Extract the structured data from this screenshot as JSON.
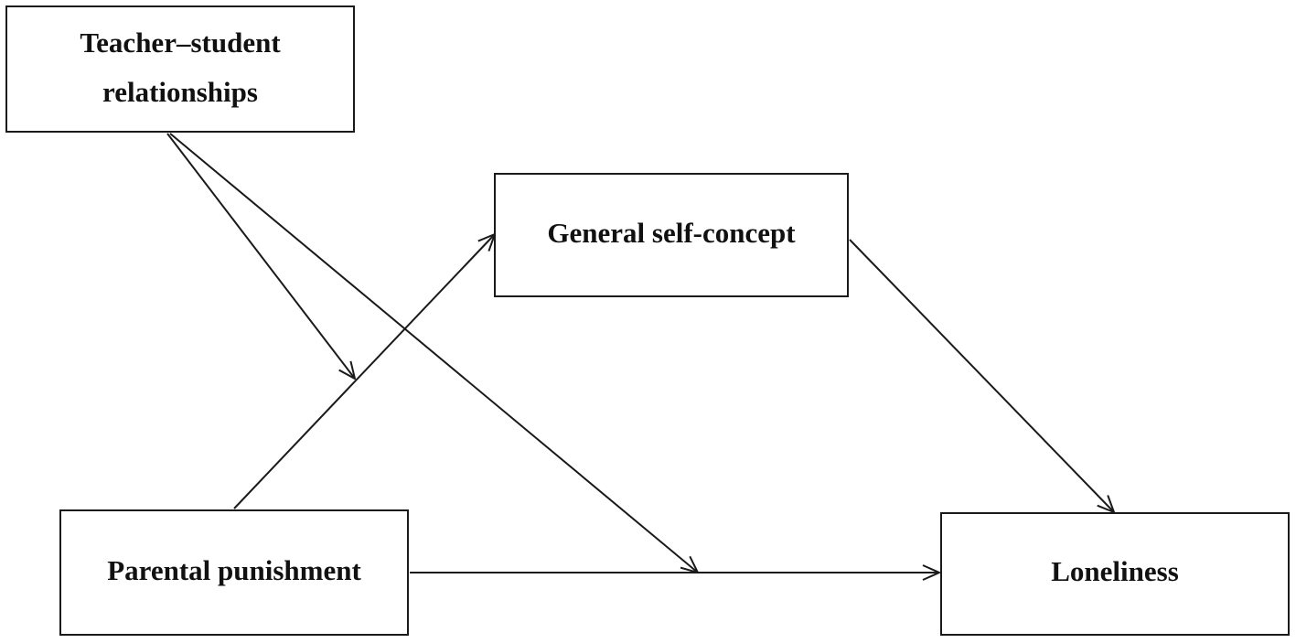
{
  "nodes": {
    "teacher_student": {
      "lines": [
        "Teacher–student",
        "relationships"
      ]
    },
    "self_concept": {
      "lines": [
        "General self-concept"
      ]
    },
    "parental_punishment": {
      "lines": [
        "Parental punishment"
      ]
    },
    "loneliness": {
      "lines": [
        "Loneliness"
      ]
    }
  },
  "edges": [
    {
      "from": "parental_punishment",
      "to": "self_concept"
    },
    {
      "from": "self_concept",
      "to": "loneliness"
    },
    {
      "from": "parental_punishment",
      "to": "loneliness"
    },
    {
      "from": "teacher_student",
      "to": "path:parental_punishment->self_concept"
    },
    {
      "from": "teacher_student",
      "to": "path:parental_punishment->loneliness"
    }
  ],
  "colors": {
    "stroke": "#1a1a1a",
    "text": "#111111",
    "background": "#ffffff"
  }
}
